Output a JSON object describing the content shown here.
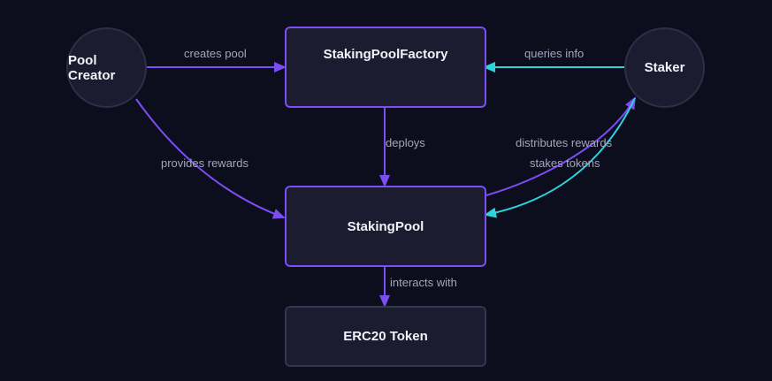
{
  "nodes": {
    "pool_creator": "Pool Creator",
    "factory": "StakingPoolFactory",
    "staker": "Staker",
    "pool": "StakingPool",
    "token": "ERC20 Token"
  },
  "edges": {
    "creates_pool": "creates pool",
    "queries_info": "queries info",
    "deploys": "deploys",
    "provides_rewards": "provides rewards",
    "distributes_rewards": "distributes rewards",
    "stakes_tokens": "stakes tokens",
    "interacts_with": "interacts with"
  },
  "colors": {
    "purple": "#7c4df5",
    "cyan": "#2ed3dc",
    "background": "#0d0e1d"
  }
}
